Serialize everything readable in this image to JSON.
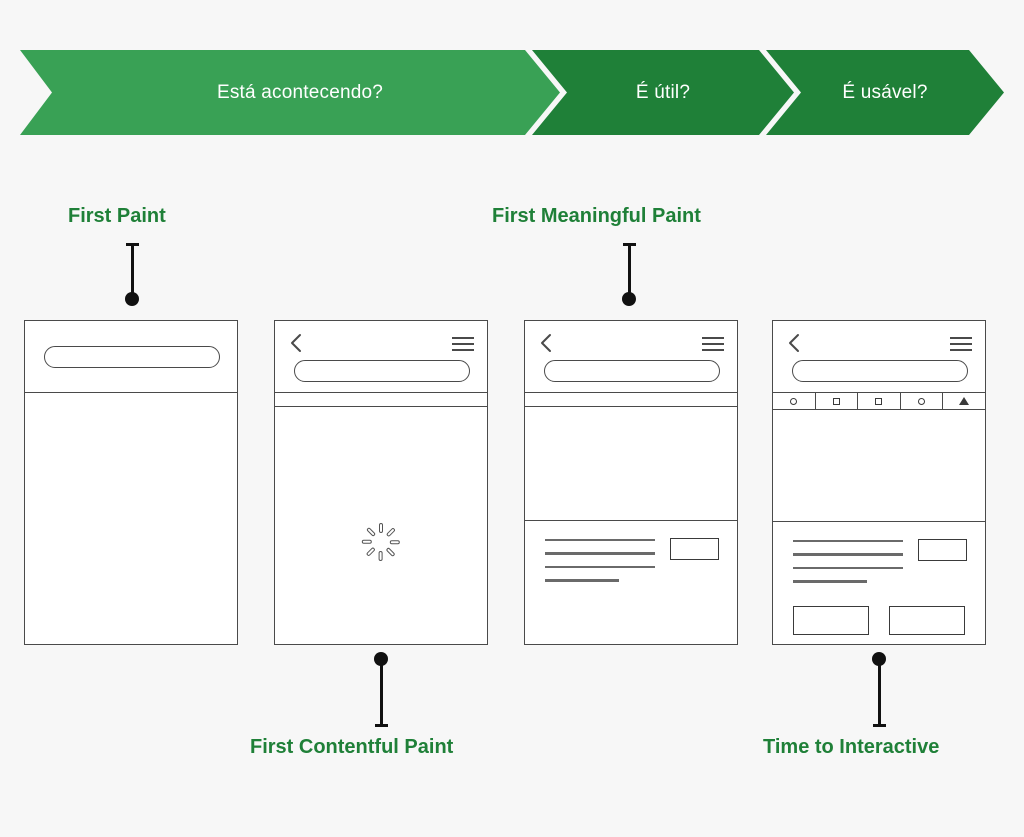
{
  "banner": {
    "segments": [
      {
        "label": "Está acontecendo?",
        "color": "#39a155"
      },
      {
        "label": "É útil?",
        "color": "#1f8038"
      },
      {
        "label": "É usável?",
        "color": "#1f8038"
      }
    ]
  },
  "accent_color": "#1f8038",
  "background_color": "#f7f7f7",
  "metrics": {
    "first_paint": "First Paint",
    "first_meaningful_paint": "First Meaningful Paint",
    "first_contentful_paint": "First Contentful Paint",
    "time_to_interactive": "Time to Interactive"
  },
  "phones": [
    {
      "name": "first-paint-frame",
      "has_back_icon": false,
      "has_menu_icon": false,
      "has_address_bar": true,
      "has_strip": true,
      "has_tabbar": false,
      "has_spinner": false,
      "has_content": false,
      "has_cards": false
    },
    {
      "name": "first-contentful-paint-frame",
      "has_back_icon": true,
      "has_menu_icon": true,
      "has_address_bar": true,
      "has_strip": true,
      "has_tabbar": false,
      "has_spinner": true,
      "has_content": false,
      "has_cards": false
    },
    {
      "name": "first-meaningful-paint-frame",
      "has_back_icon": true,
      "has_menu_icon": true,
      "has_address_bar": true,
      "has_strip": true,
      "has_tabbar": false,
      "has_spinner": false,
      "has_content": true,
      "has_cards": false
    },
    {
      "name": "time-to-interactive-frame",
      "has_back_icon": true,
      "has_menu_icon": true,
      "has_address_bar": true,
      "has_strip": false,
      "has_tabbar": true,
      "has_spinner": false,
      "has_content": true,
      "has_cards": true
    }
  ],
  "tabbar_icons": [
    "circle-icon",
    "square-icon",
    "square-icon",
    "circle-icon",
    "triangle-icon"
  ],
  "icons": {
    "back": "back-chevron-icon",
    "menu": "hamburger-menu-icon",
    "spinner": "loading-spinner-icon",
    "address_bar": "address-bar-field",
    "thumbnail": "thumbnail-placeholder",
    "card": "card-placeholder"
  }
}
